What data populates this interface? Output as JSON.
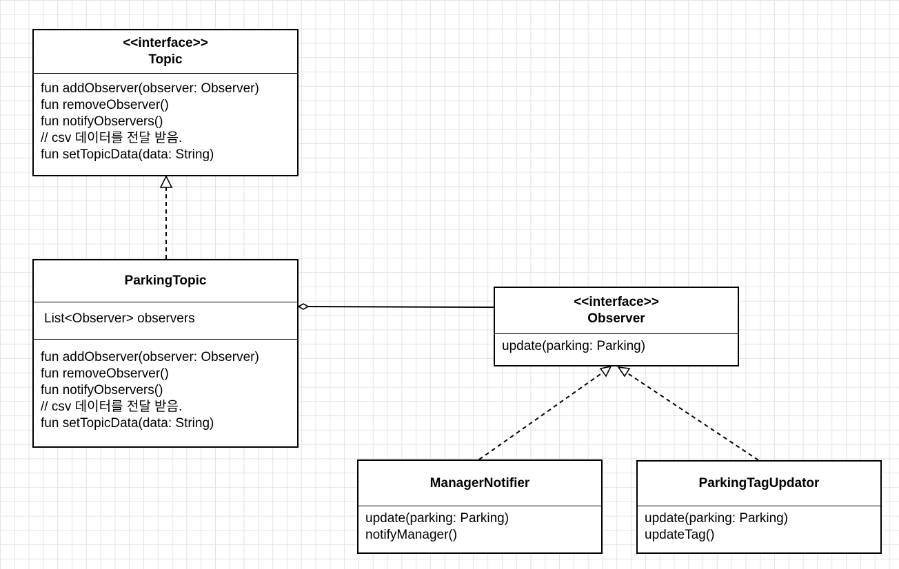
{
  "diagram": {
    "classes": {
      "topic": {
        "stereotype": "<<interface>>",
        "name": "Topic",
        "methods": [
          "fun addObserver(observer: Observer)",
          "fun removeObserver()",
          "fun notifyObservers()",
          "// csv 데이터를 전달 받음.",
          "fun setTopicData(data: String)"
        ]
      },
      "parking_topic": {
        "name": "ParkingTopic",
        "attributes": [
          "List<Observer> observers"
        ],
        "methods": [
          "fun addObserver(observer: Observer)",
          "fun removeObserver()",
          "fun notifyObservers()",
          "// csv 데이터를 전달 받음.",
          "fun setTopicData(data: String)"
        ]
      },
      "observer": {
        "stereotype": "<<interface>>",
        "name": "Observer",
        "methods": [
          "update(parking: Parking)"
        ]
      },
      "manager_notifier": {
        "name": "ManagerNotifier",
        "methods": [
          "update(parking: Parking)",
          "notifyManager()"
        ]
      },
      "parking_tag_updator": {
        "name": "ParkingTagUpdator",
        "methods": [
          "update(parking: Parking)",
          "updateTag()"
        ]
      }
    },
    "relationships": [
      {
        "from": "ParkingTopic",
        "to": "Topic",
        "kind": "realization"
      },
      {
        "from": "ParkingTopic",
        "to": "Observer",
        "kind": "aggregation"
      },
      {
        "from": "ManagerNotifier",
        "to": "Observer",
        "kind": "realization"
      },
      {
        "from": "ParkingTagUpdator",
        "to": "Observer",
        "kind": "realization"
      }
    ]
  }
}
